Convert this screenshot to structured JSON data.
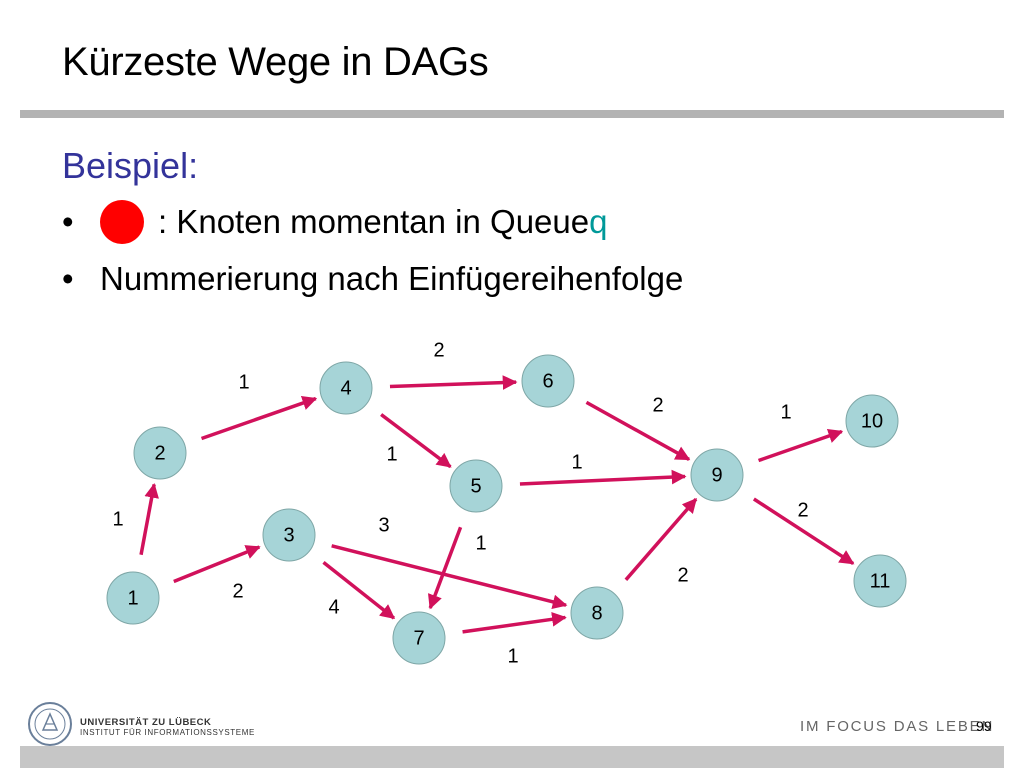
{
  "slide": {
    "title": "Kürzeste Wege in DAGs",
    "heading": "Beispiel:",
    "bullet_char": "•",
    "bullet1_text": ": Knoten momentan in Queue ",
    "bullet1_var": "q",
    "bullet2_text": "Nummerierung nach Einfügereihenfolge",
    "legend_color": "#ff0000",
    "accent_color": "#009999"
  },
  "graph": {
    "node_color": "#a6d4d7",
    "edge_color": "#d1115b",
    "nodes": [
      {
        "id": "1",
        "label": "1"
      },
      {
        "id": "2",
        "label": "2"
      },
      {
        "id": "3",
        "label": "3"
      },
      {
        "id": "4",
        "label": "4"
      },
      {
        "id": "5",
        "label": "5"
      },
      {
        "id": "6",
        "label": "6"
      },
      {
        "id": "7",
        "label": "7"
      },
      {
        "id": "8",
        "label": "8"
      },
      {
        "id": "9",
        "label": "9"
      },
      {
        "id": "10",
        "label": "10"
      },
      {
        "id": "11",
        "label": "11"
      }
    ],
    "edges": [
      {
        "from": "1",
        "to": "2",
        "weight": "1"
      },
      {
        "from": "1",
        "to": "3",
        "weight": "2"
      },
      {
        "from": "2",
        "to": "4",
        "weight": "1"
      },
      {
        "from": "4",
        "to": "6",
        "weight": "2"
      },
      {
        "from": "4",
        "to": "5",
        "weight": "1"
      },
      {
        "from": "3",
        "to": "7",
        "weight": "4"
      },
      {
        "from": "3",
        "to": "8",
        "weight": "3"
      },
      {
        "from": "5",
        "to": "7",
        "weight": "1"
      },
      {
        "from": "5",
        "to": "9",
        "weight": "1"
      },
      {
        "from": "6",
        "to": "9",
        "weight": "2"
      },
      {
        "from": "7",
        "to": "8",
        "weight": "1"
      },
      {
        "from": "8",
        "to": "9",
        "weight": "2"
      },
      {
        "from": "9",
        "to": "10",
        "weight": "1"
      },
      {
        "from": "9",
        "to": "11",
        "weight": "2"
      }
    ]
  },
  "footer": {
    "university": "UNIVERSITÄT ZU LÜBECK",
    "institute": "INSTITUT FÜR INFORMATIONSSYSTEME",
    "slogan": "IM FOCUS DAS LEBEN",
    "page_number": "99",
    "logo_icon": "university-seal-icon"
  }
}
